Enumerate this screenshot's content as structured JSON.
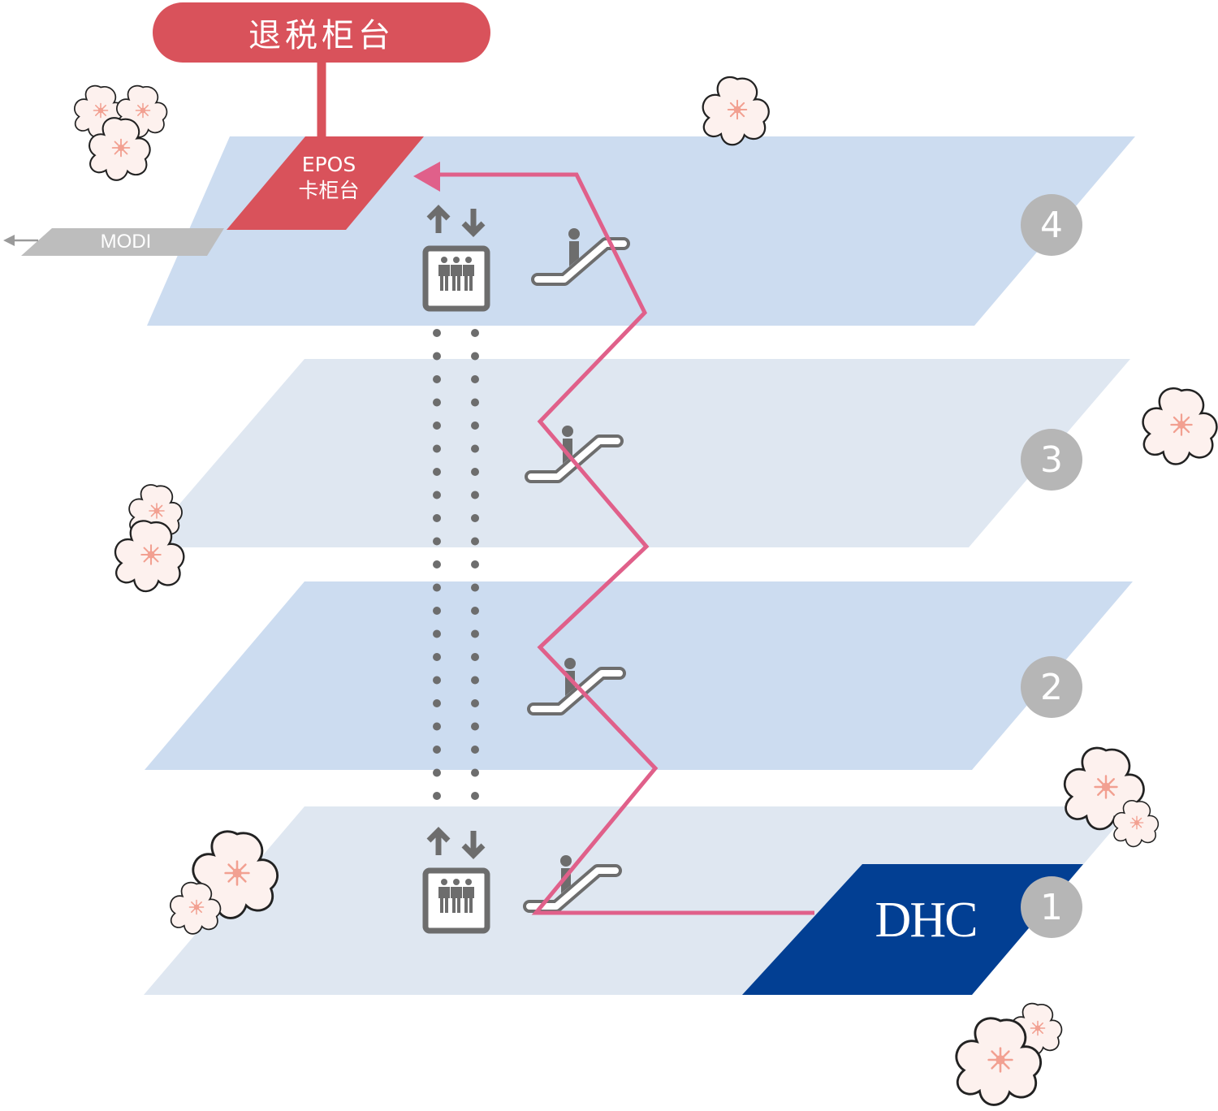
{
  "title": "退税柜台",
  "epos": {
    "line1": "EPOS",
    "line2": "卡柜台"
  },
  "modi": "MODI",
  "dhc": "DHC",
  "floors": [
    "4",
    "3",
    "2",
    "1"
  ],
  "colors": {
    "accent": "#d9525b",
    "route": "#e0608a",
    "floor_dark": "#ccdcf0",
    "floor_light": "#dfe7f1",
    "dhc_blue": "#023f93",
    "icon_gray": "#6d6d6d",
    "badge_gray": "#b6b6b6"
  }
}
